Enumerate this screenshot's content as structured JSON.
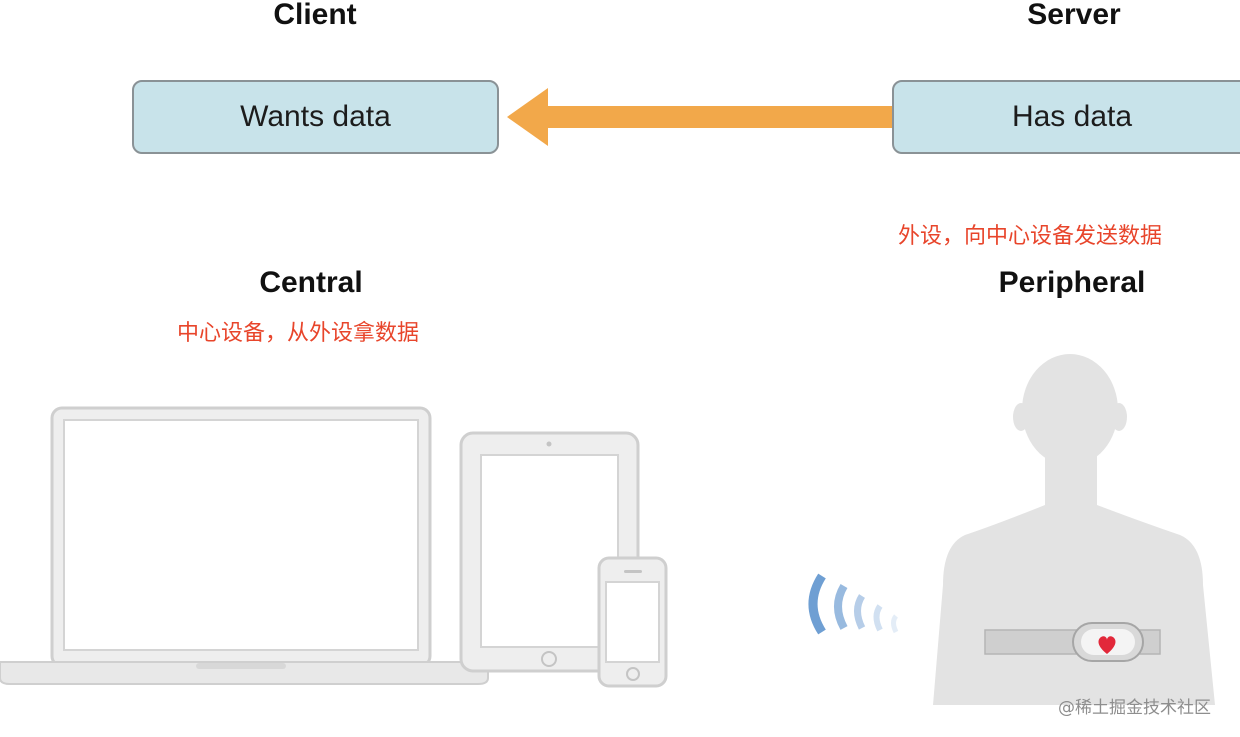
{
  "client": {
    "title": "Client",
    "box_text": "Wants data"
  },
  "server": {
    "title": "Server",
    "box_text": "Has data"
  },
  "central": {
    "title": "Central",
    "note": "中心设备，从外设拿数据"
  },
  "peripheral": {
    "title": "Peripheral",
    "note": "外设，向中心设备发送数据"
  },
  "watermark": "@稀土掘金技术社区",
  "colors": {
    "box_fill": "#c8e3ea",
    "box_border": "#8a9296",
    "arrow": "#f2a84a",
    "note_text": "#e8452b",
    "device": "#e6e6e6",
    "signal": "#6f9fd3",
    "heart": "#e2283a"
  },
  "icons": [
    "laptop-icon",
    "tablet-icon",
    "phone-icon",
    "signal-waves-icon",
    "person-silhouette-icon",
    "heart-rate-strap-icon",
    "heart-icon"
  ]
}
